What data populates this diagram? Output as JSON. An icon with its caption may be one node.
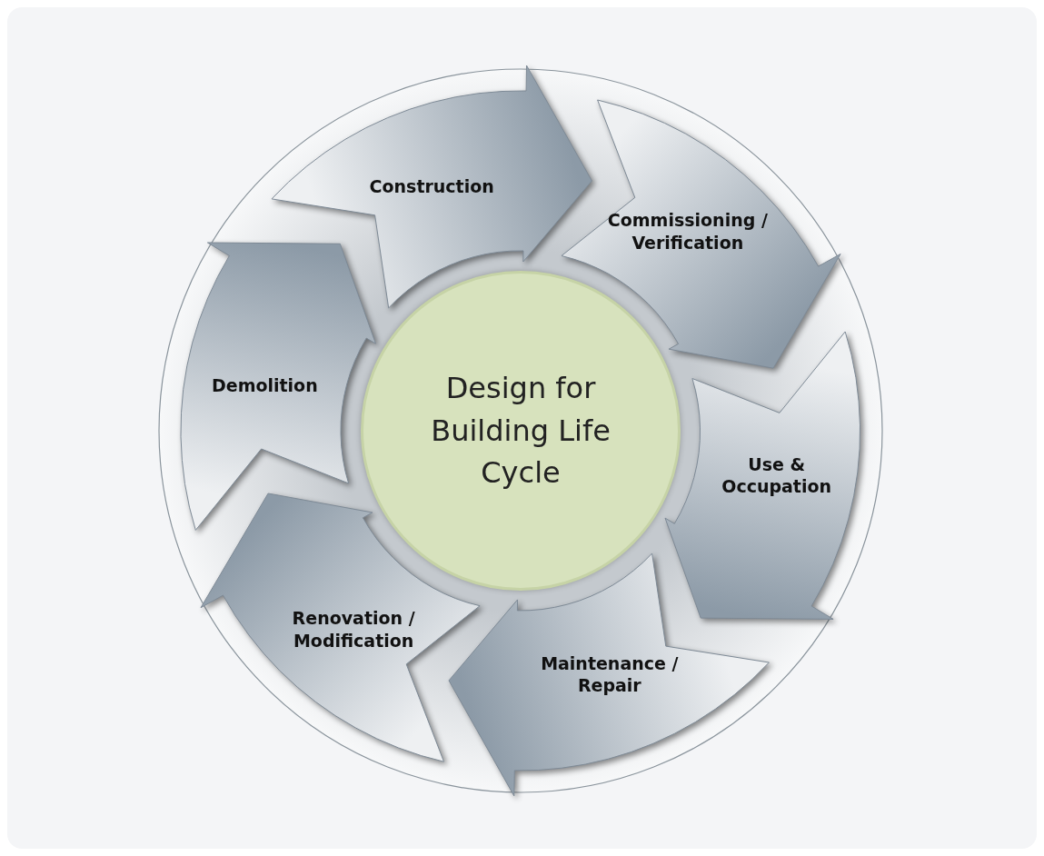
{
  "diagram": {
    "nodes": [
      {
        "text": [
          "Design for Building Life Cycle"
        ]
      },
      {
        "text": [
          "Construction"
        ]
      },
      {
        "text": [
          "Commissioning / Verification"
        ]
      },
      {
        "text": [
          "Use & Occupation"
        ]
      },
      {
        "text": [
          "Maintenance / Repair"
        ]
      },
      {
        "text": [
          "Renovation / Modification"
        ]
      },
      {
        "text": [
          "Demolition"
        ]
      }
    ]
  }
}
